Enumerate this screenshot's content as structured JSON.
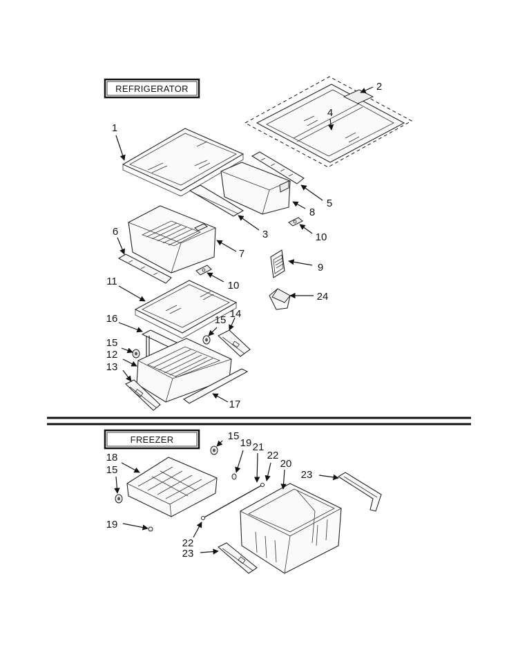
{
  "sections": {
    "refrigerator": "REFRIGERATOR",
    "freezer": "FREEZER"
  },
  "callouts": {
    "c1": "1",
    "c2": "2",
    "c3": "3",
    "c4": "4",
    "c5": "5",
    "c6": "6",
    "c7": "7",
    "c8": "8",
    "c9": "9",
    "c10a": "10",
    "c10b": "10",
    "c11": "11",
    "c12": "12",
    "c13": "13",
    "c14": "14",
    "c15a": "15",
    "c15b": "15",
    "c15c": "15",
    "c15d": "15",
    "c16": "16",
    "c17": "17",
    "c18": "18",
    "c19a": "19",
    "c19b": "19",
    "c20": "20",
    "c21": "21",
    "c22a": "22",
    "c22b": "22",
    "c23a": "23",
    "c23b": "23",
    "c24": "24"
  }
}
